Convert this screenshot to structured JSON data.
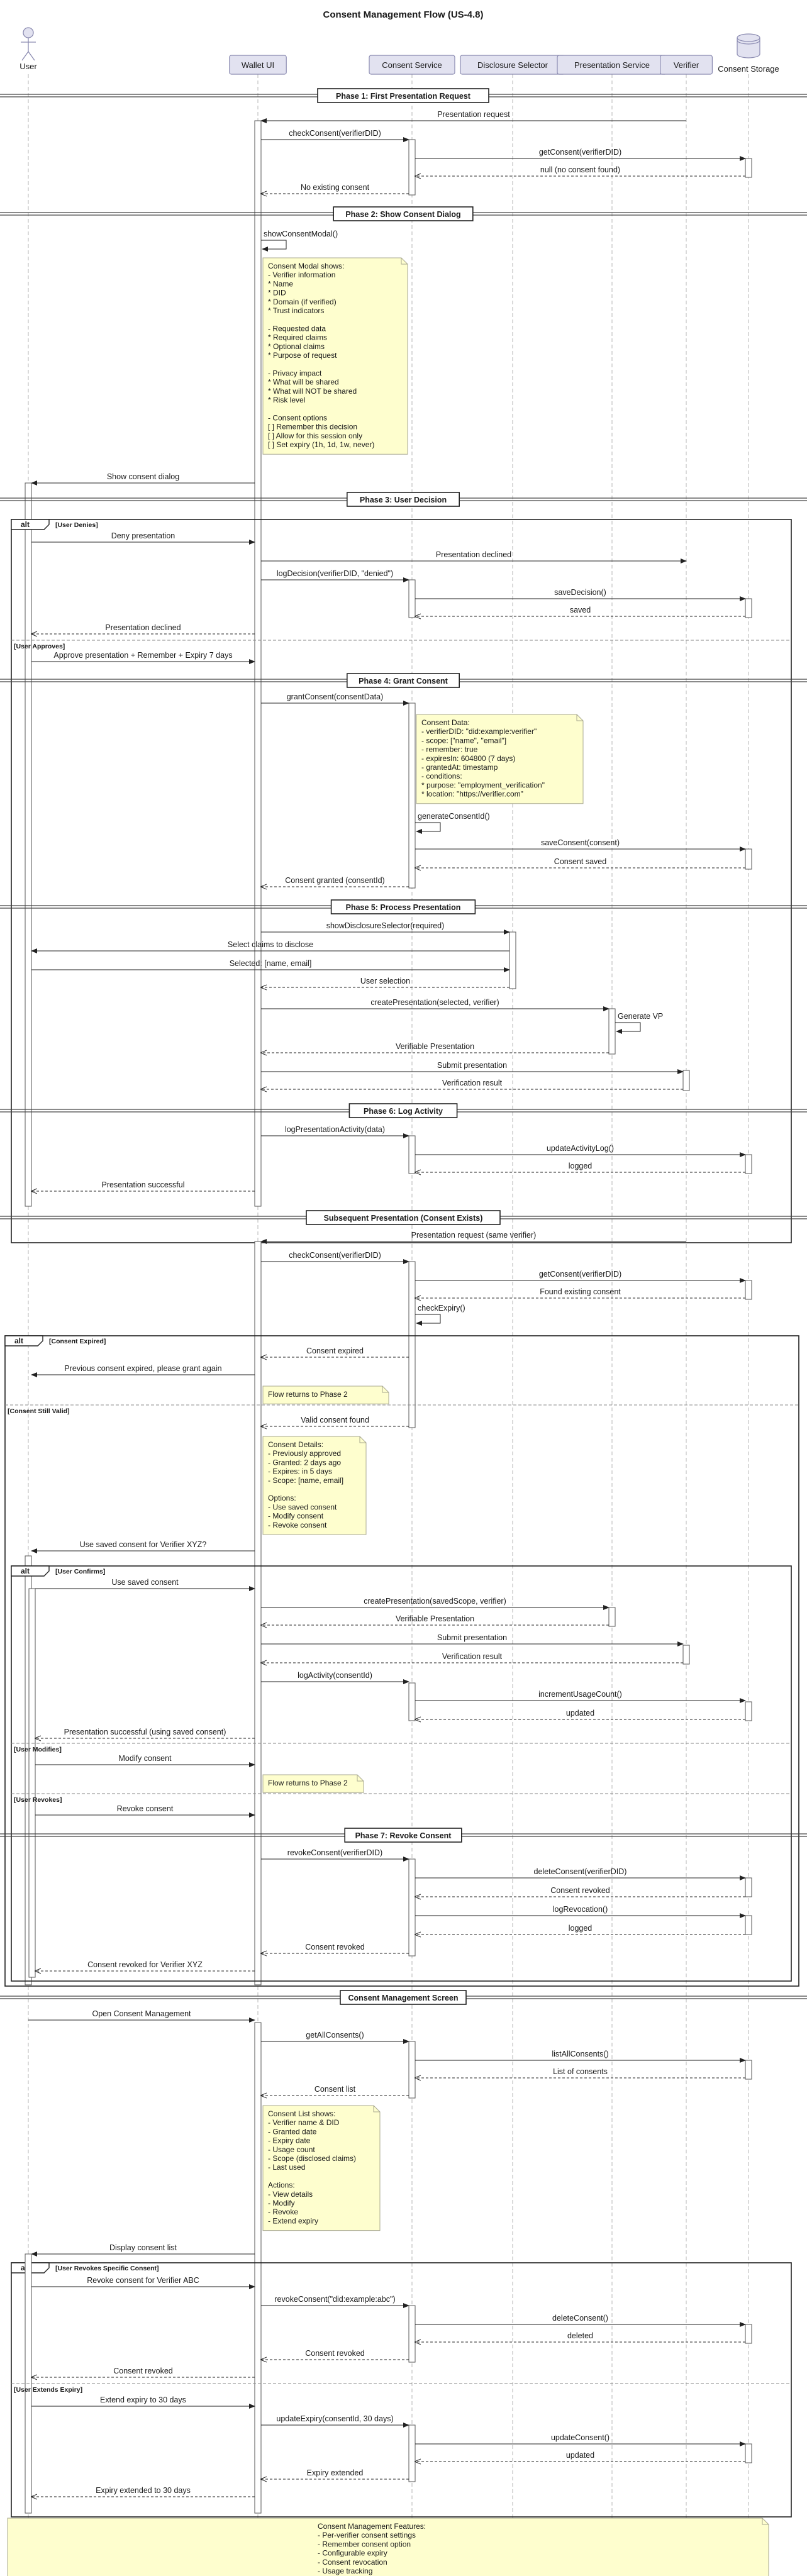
{
  "title": "Consent Management Flow (US-4.8)",
  "participants": {
    "user": "User",
    "wallet": "Wallet UI",
    "consent": "Consent Service",
    "disclosure": "Disclosure Selector",
    "presentation": "Presentation Service",
    "verifier": "Verifier",
    "storage": "Consent Storage"
  },
  "dividers": [
    "Phase 1: First Presentation Request",
    "Phase 2: Show Consent Dialog",
    "Phase 3: User Decision",
    "Phase 4: Grant Consent",
    "Phase 5: Process Presentation",
    "Phase 6: Log Activity",
    "Subsequent Presentation (Consent Exists)",
    "Phase 7: Revoke Consent",
    "Consent Management Screen"
  ],
  "fragments": {
    "alt_keyword": "alt",
    "conditions": [
      "[User Denies]",
      "[User Approves]",
      "[Consent Expired]",
      "[Consent Still Valid]",
      "[User Confirms]",
      "[User Modifies]",
      "[User Revokes]",
      "[User Revokes Specific Consent]",
      "[User Extends Expiry]"
    ]
  },
  "messages": [
    "Presentation request",
    "checkConsent(verifierDID)",
    "getConsent(verifierDID)",
    "null (no consent found)",
    "No existing consent",
    "showConsentModal()",
    "Show consent dialog",
    "Deny presentation",
    "Presentation declined",
    "logDecision(verifierDID, \"denied\")",
    "saveDecision()",
    "saved",
    "Presentation declined",
    "Approve presentation + Remember + Expiry 7 days",
    "grantConsent(consentData)",
    "generateConsentId()",
    "saveConsent(consent)",
    "Consent saved",
    "Consent granted (consentId)",
    "showDisclosureSelector(required)",
    "Select claims to disclose",
    "Selected: [name, email]",
    "User selection",
    "createPresentation(selected, verifier)",
    "Generate VP",
    "Verifiable Presentation",
    "Submit presentation",
    "Verification result",
    "logPresentationActivity(data)",
    "updateActivityLog()",
    "logged",
    "Presentation successful",
    "Presentation request (same verifier)",
    "checkConsent(verifierDID)",
    "getConsent(verifierDID)",
    "Found existing consent",
    "checkExpiry()",
    "Consent expired",
    "Previous consent expired, please grant again",
    "Valid consent found",
    "Use saved consent for Verifier XYZ?",
    "Use saved consent",
    "createPresentation(savedScope, verifier)",
    "Verifiable Presentation",
    "Submit presentation",
    "Verification result",
    "logActivity(consentId)",
    "incrementUsageCount()",
    "updated",
    "Presentation successful (using saved consent)",
    "Modify consent",
    "Revoke consent",
    "revokeConsent(verifierDID)",
    "deleteConsent(verifierDID)",
    "Consent revoked",
    "logRevocation()",
    "logged",
    "Consent revoked",
    "Consent revoked for Verifier XYZ",
    "Open Consent Management",
    "getAllConsents()",
    "listAllConsents()",
    "List of consents",
    "Consent list",
    "Display consent list",
    "Revoke consent for Verifier ABC",
    "revokeConsent(\"did:example:abc\")",
    "deleteConsent()",
    "deleted",
    "Consent revoked",
    "Consent revoked",
    "Extend expiry to 30 days",
    "updateExpiry(consentId, 30 days)",
    "updateConsent()",
    "updated",
    "Expiry extended",
    "Expiry extended to 30 days"
  ],
  "notes": {
    "consent_modal": [
      "Consent Modal shows:",
      "- Verifier information",
      "  * Name",
      "  * DID",
      "  * Domain (if verified)",
      "  * Trust indicators",
      "",
      "- Requested data",
      "  * Required claims",
      "  * Optional claims",
      "  * Purpose of request",
      "",
      "- Privacy impact",
      "  * What will be shared",
      "  * What will NOT be shared",
      "  * Risk level",
      "",
      "- Consent options",
      "  [ ] Remember this decision",
      "  [ ] Allow for this session only",
      "  [ ] Set expiry (1h, 1d, 1w, never)"
    ],
    "consent_data": [
      "Consent Data:",
      "- verifierDID: \"did:example:verifier\"",
      "- scope: [\"name\", \"email\"]",
      "- remember: true",
      "- expiresIn: 604800 (7 days)",
      "- grantedAt: timestamp",
      "- conditions:",
      "  * purpose: \"employment_verification\"",
      "  * location: \"https://verifier.com\""
    ],
    "flow_returns_1": [
      "Flow returns to Phase 2"
    ],
    "consent_details": [
      "Consent Details:",
      "- Previously approved",
      "- Granted: 2 days ago",
      "- Expires: in 5 days",
      "- Scope: [name, email]",
      "",
      "Options:",
      "- Use saved consent",
      "- Modify consent",
      "- Revoke consent"
    ],
    "flow_returns_2": [
      "Flow returns to Phase 2"
    ],
    "consent_list": [
      "Consent List shows:",
      "- Verifier name & DID",
      "- Granted date",
      "- Expiry date",
      "- Usage count",
      "- Scope (disclosed claims)",
      "- Last used",
      "",
      "Actions:",
      "- View details",
      "- Modify",
      "- Revoke",
      "- Extend expiry"
    ],
    "features": [
      "Consent Management Features:",
      "- Per-verifier consent settings",
      "- Remember consent option",
      "- Configurable expiry",
      "- Consent revocation",
      "- Usage tracking"
    ]
  }
}
